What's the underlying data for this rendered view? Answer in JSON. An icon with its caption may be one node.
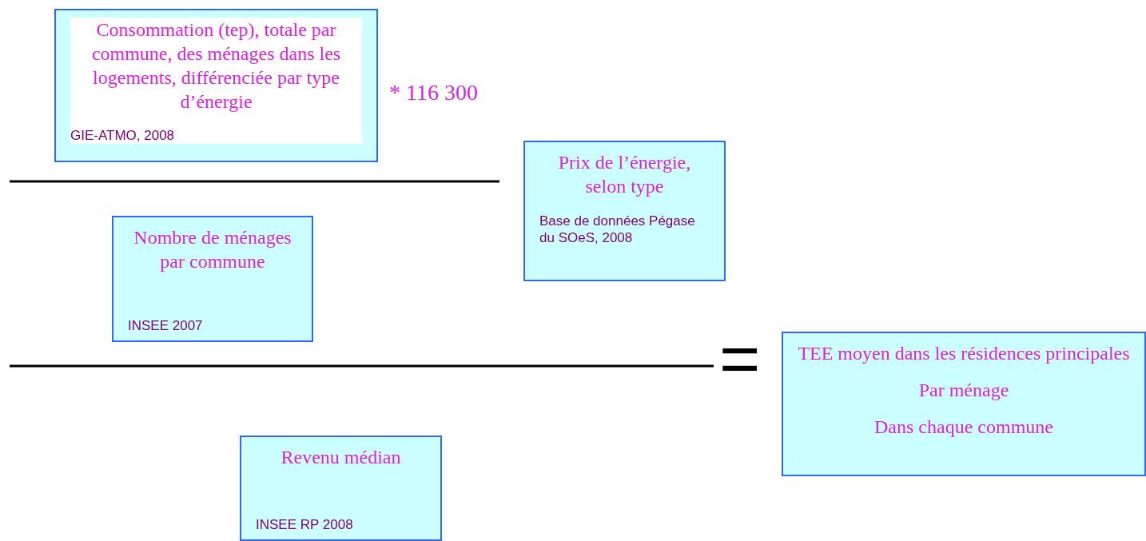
{
  "diagram": {
    "nodes": [
      {
        "text": [
          "Consommation (tep), totale par commune, des ménages dans les logements, différenciée par type d’énergie",
          "GIE-ATMO, 2008"
        ]
      },
      {
        "text": [
          "Prix de l’énergie, selon type",
          "Base de données Pégase du SOeS, 2008"
        ]
      },
      {
        "text": [
          "Nombre de ménages par commune",
          "INSEE 2007"
        ]
      },
      {
        "text": [
          "Revenu médian",
          "INSEE RP 2008"
        ]
      },
      {
        "text": [
          "TEE moyen dans les résidences principales",
          "Par ménage",
          "Dans chaque commune"
        ]
      }
    ],
    "edges": [],
    "labels": [
      "* 116 300",
      "="
    ]
  }
}
